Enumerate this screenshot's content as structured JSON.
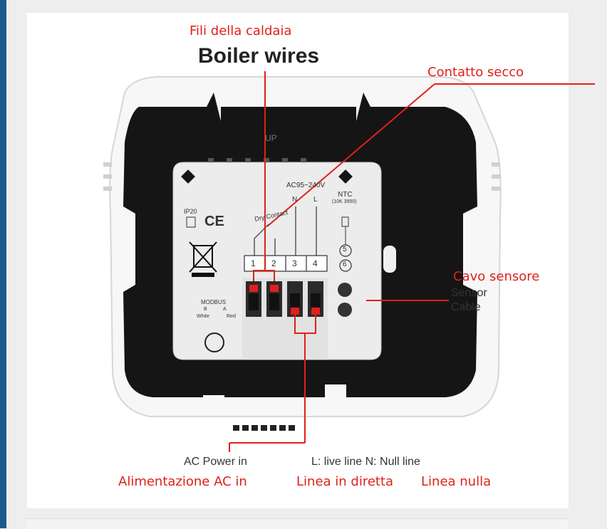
{
  "annotations": {
    "boiler_it": "Fili della caldaia",
    "boiler_en": "Boiler wires",
    "dry_contact_it": "Contatto secco",
    "sensor_it": "Cavo sensore",
    "sensor_en_1": "Sensor",
    "sensor_en_2": "Cable",
    "ac_power_en": "AC Power in",
    "line_en": "L:  live line N:  Null line",
    "ac_power_it": "Alimentazione AC in",
    "live_line_it": "Linea in diretta",
    "null_line_it": "Linea nulla"
  },
  "device": {
    "up_mark": "UP",
    "ip_rating": "IP20",
    "ce_mark": "CE",
    "voltage": "AC95~240V",
    "dry_contact": "Dry Contact",
    "n_label": "N",
    "l_label": "L",
    "ntc": "NTC",
    "ntc_spec": "(10K 3950)",
    "terminals": [
      "1",
      "2",
      "3",
      "4"
    ],
    "ntc_terminals": [
      "5",
      "6"
    ],
    "modbus": "MODBUS",
    "modbus_b": "B",
    "modbus_a": "A",
    "modbus_white": "White",
    "modbus_red": "Red"
  },
  "colors": {
    "annotation_red": "#e0201a",
    "plate_black": "#151515",
    "frame_white": "#f7f7f7",
    "panel": "#ffffff"
  }
}
